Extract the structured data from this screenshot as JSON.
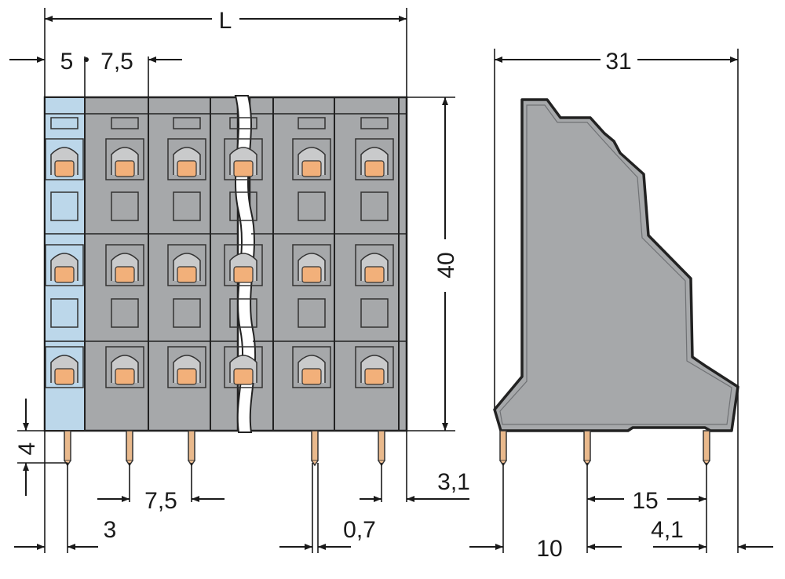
{
  "front_view": {
    "dim_overall_length": "L",
    "dim_first_pitch": "5",
    "dim_pitch_top": "7,5",
    "dim_height": "40",
    "dim_pin_length": "4",
    "dim_pitch_bottom": "7,5",
    "dim_edge_offset": "3",
    "dim_pin_thickness": "0,7",
    "dim_right_offset": "3,1"
  },
  "side_view": {
    "dim_depth": "31",
    "dim_pin_spacing": "15",
    "dim_front_offset": "10",
    "dim_rear_offset": "4,1"
  },
  "colors": {
    "housing": "#a6a8aa",
    "housing_dark": "#8e9093",
    "end_plate": "#bcd7ea",
    "clamp": "#f2b07a",
    "pin": "#e9b98c",
    "outline": "#222222"
  }
}
